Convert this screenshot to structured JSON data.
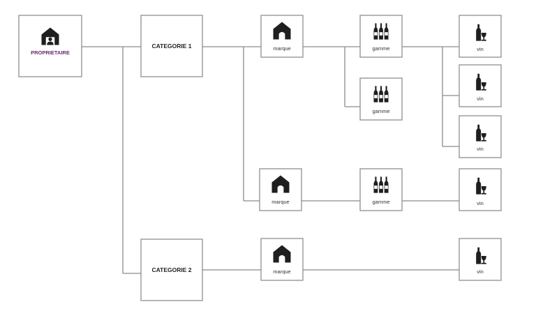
{
  "colors": {
    "owner_label": "#6a2a6e",
    "connector": "#8a8a8a",
    "box_border": "#8f8f8f",
    "icon": "#1f1f1f"
  },
  "nodes": {
    "owner": {
      "label": "PROPRIETAIRE",
      "icon": "owner-house-icon"
    },
    "category_1": {
      "label": "CATEGORIE 1"
    },
    "category_2": {
      "label": "CATEGORIE 2"
    },
    "brand_1": {
      "label": "marque",
      "icon": "house-icon"
    },
    "brand_2": {
      "label": "marque",
      "icon": "house-icon"
    },
    "brand_3": {
      "label": "marque",
      "icon": "house-icon"
    },
    "range_1": {
      "label": "gamme",
      "icon": "bottles-icon"
    },
    "range_2": {
      "label": "gamme",
      "icon": "bottles-icon"
    },
    "range_3": {
      "label": "gamme",
      "icon": "bottles-icon"
    },
    "wine_1": {
      "label": "vin",
      "icon": "wine-glass-bottle-icon"
    },
    "wine_2": {
      "label": "vin",
      "icon": "wine-glass-bottle-icon"
    },
    "wine_3": {
      "label": "vin",
      "icon": "wine-glass-bottle-icon"
    },
    "wine_4": {
      "label": "vin",
      "icon": "wine-glass-bottle-icon"
    },
    "wine_5": {
      "label": "vin",
      "icon": "wine-glass-bottle-icon"
    }
  }
}
